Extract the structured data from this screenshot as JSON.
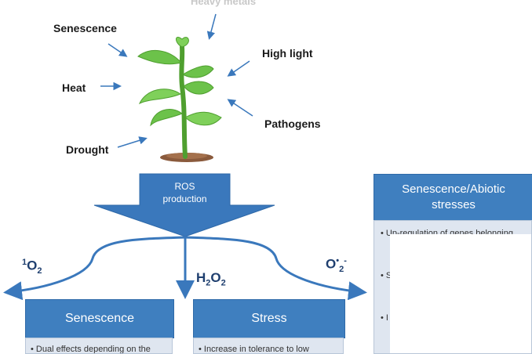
{
  "stressors": {
    "heavy_metals": "Heavy metals",
    "senescence": "Senescence",
    "high_light": "High light",
    "heat": "Heat",
    "pathogens": "Pathogens",
    "drought": "Drought"
  },
  "ros_box": {
    "line1": "ROS",
    "line2": "production"
  },
  "species": {
    "singlet_sup": "1",
    "singlet_base": "O",
    "singlet_sub": "2",
    "peroxide_h": "H",
    "peroxide_sub1": "2",
    "peroxide_o": "O",
    "peroxide_sub2": "2",
    "superoxide_base": "O",
    "superoxide_sup": "•",
    "superoxide_sub": "2",
    "superoxide_charge": "-"
  },
  "boxes": {
    "senescence_title": "Senescence",
    "senescence_text": "• Dual effects depending on the",
    "stress_title": "Stress",
    "stress_text": "• Increase in tolerance to low",
    "abiotic_title_line1": "Senescence/Abiotic",
    "abiotic_title_line2": "stresses",
    "abiotic_text1": "• Up-regulation of genes belonging",
    "abiotic_text2": "• S",
    "abiotic_text3": "• I"
  },
  "colors": {
    "arrow_blue": "#3a78bc",
    "box_blue": "#3f7fbf",
    "leaf_green": "#6cc24a",
    "stem_green": "#4f9f2f",
    "soil": "#8a5a3c"
  },
  "icons": {
    "plant": "plant-icon"
  }
}
